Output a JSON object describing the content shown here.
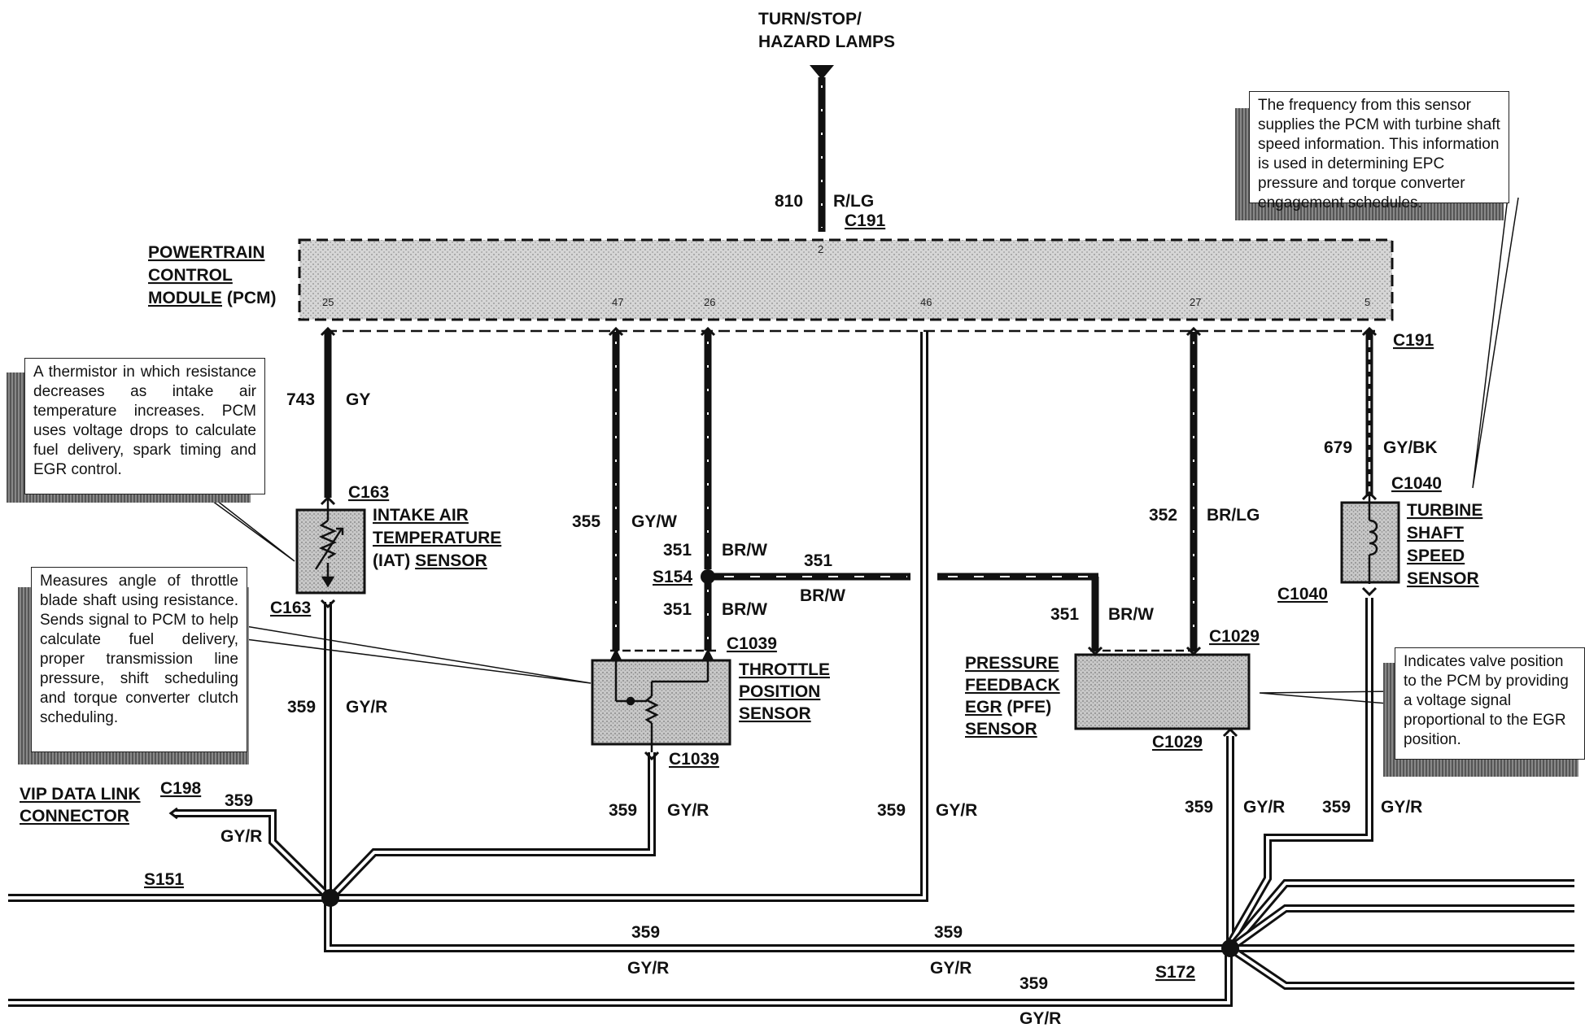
{
  "source": {
    "label_line1": "TURN/STOP/",
    "label_line2": "HAZARD LAMPS",
    "circuit": "810",
    "color": "R/LG",
    "connector": "C191",
    "pin": "2"
  },
  "pcm": {
    "title_line1": "POWERTRAIN",
    "title_line2": "CONTROL",
    "title_line3": "MODULE",
    "title_abbr": "(PCM)",
    "pins": [
      "25",
      "47",
      "26",
      "46",
      "27",
      "5"
    ],
    "bottom_connector": "C191"
  },
  "circuits": {
    "iat_feed": {
      "number": "743",
      "color": "GY"
    },
    "tps_ref": {
      "number": "355",
      "color": "GY/W"
    },
    "vref_upper": {
      "number": "351",
      "color": "BR/W"
    },
    "vref_lower": {
      "number": "351",
      "color": "BR/W"
    },
    "vref_span": {
      "number": "351",
      "color": "BR/W"
    },
    "pfe_ref": {
      "number": "351",
      "color": "BR/W"
    },
    "pfe_sig": {
      "number": "352",
      "color": "BR/LG"
    },
    "tss_sig": {
      "number": "679",
      "color": "GY/BK"
    },
    "ground_iat": {
      "number": "359",
      "color": "GY/R"
    },
    "ground_tps": {
      "number": "359",
      "color": "GY/R"
    },
    "ground_pcm": {
      "number": "359",
      "color": "GY/R"
    },
    "ground_pfe": {
      "number": "359",
      "color": "GY/R"
    },
    "ground_tss": {
      "number": "359",
      "color": "GY/R"
    },
    "ground_vip": {
      "number": "359",
      "color": "GY/R"
    },
    "bus_a": {
      "number": "359",
      "color": "GY/R"
    },
    "bus_b": {
      "number": "359",
      "color": "GY/R"
    },
    "bus_c": {
      "number": "359",
      "color": "GY/R"
    }
  },
  "connectors": {
    "c163_top": "C163",
    "c163_bottom": "C163",
    "c1039_top": "C1039",
    "c1039_bottom": "C1039",
    "c1029_top": "C1029",
    "c1029_bottom": "C1029",
    "c1040_top": "C1040",
    "c1040_bottom": "C1040",
    "c198": "C198"
  },
  "splices": {
    "s154": "S154",
    "s151": "S151",
    "s172": "S172"
  },
  "components": {
    "iat": {
      "line1": "INTAKE AIR",
      "line2": "TEMPERATURE",
      "line3_pre": "(IAT)",
      "line3_post": "SENSOR"
    },
    "tps": {
      "line1": "THROTTLE",
      "line2": "POSITION",
      "line3": "SENSOR"
    },
    "pfe": {
      "line1": "PRESSURE",
      "line2": "FEEDBACK",
      "line3_pre": "EGR",
      "line3_mid": "(PFE)",
      "line4": "SENSOR"
    },
    "tss": {
      "line1": "TURBINE",
      "line2": "SHAFT",
      "line3": "SPEED",
      "line4": "SENSOR"
    },
    "vip": {
      "line1": "VIP DATA LINK",
      "line2": "CONNECTOR"
    }
  },
  "notes": {
    "iat": "A thermistor in which resistance decreases as intake air temperature increases. PCM uses voltage drops to calculate fuel delivery, spark timing and EGR control.",
    "tps": "Measures angle of throttle blade shaft using resistance. Sends signal to PCM to help calculate fuel delivery, proper transmission line pressure, shift scheduling and torque converter clutch scheduling.",
    "tss": "The frequency from this sensor supplies the PCM with turbine shaft speed information. This information is used in determining EPC pressure and torque converter engagement schedules.",
    "pfe": "Indicates valve position to the PCM by providing a voltage signal proportional to the EGR position."
  },
  "colors": {
    "ink": "#111111",
    "module_fill": "#cfcfcf",
    "wire": "#111111"
  }
}
